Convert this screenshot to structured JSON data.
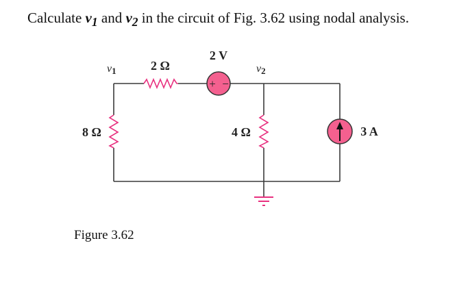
{
  "question": {
    "prefix": "Calculate ",
    "var1": "v",
    "var1_sub": "1",
    "mid": " and ",
    "var2": "v",
    "var2_sub": "2",
    "suffix": " in the circuit of Fig. 3.62 using nodal analysis."
  },
  "circuit": {
    "node_labels": {
      "v1": "v",
      "v1_sub": "1",
      "v2": "v",
      "v2_sub": "2"
    },
    "components": {
      "r_top": {
        "label": "2 Ω",
        "type": "resistor",
        "value": "2 Ω"
      },
      "v_source": {
        "label": "2 V",
        "type": "voltage-source",
        "value": "2 V",
        "plus": "+",
        "minus": "−"
      },
      "r_left": {
        "label": "8 Ω",
        "type": "resistor",
        "value": "8 Ω"
      },
      "r_middle": {
        "label": "4 Ω",
        "type": "resistor",
        "value": "4 Ω"
      },
      "i_source": {
        "label": "3 A",
        "type": "current-source",
        "value": "3 A",
        "direction": "up"
      }
    },
    "colors": {
      "wire": "#3a3a3a",
      "component": "#e8307f",
      "source_fill": "#f4608f",
      "source_stroke": "#333333"
    }
  },
  "caption": "Figure 3.62"
}
